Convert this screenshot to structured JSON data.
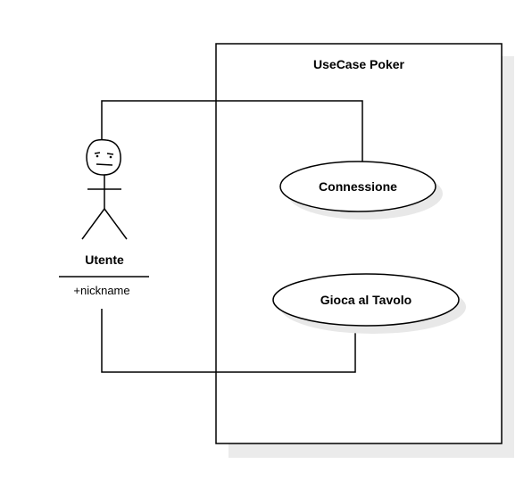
{
  "system": {
    "title": "UseCase Poker"
  },
  "actor": {
    "name": "Utente",
    "attribute": "+nickname"
  },
  "use_cases": [
    {
      "label": "Connessione"
    },
    {
      "label": "Gioca al Tavolo"
    }
  ],
  "colors": {
    "stroke": "#000000",
    "fill": "#ffffff",
    "shadow": "#e6e6e6"
  }
}
